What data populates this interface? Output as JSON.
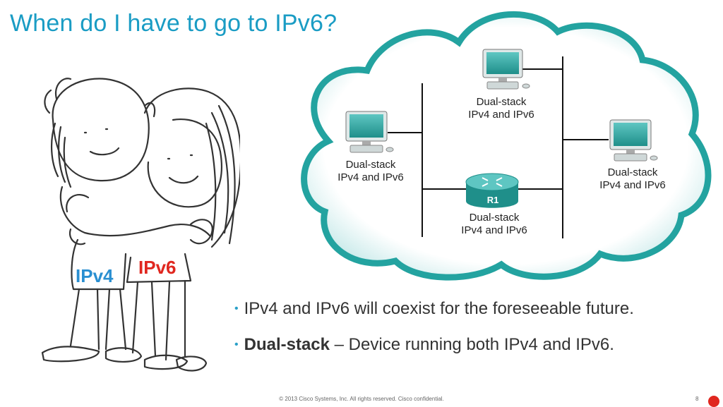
{
  "title": "When do I have to go to IPv6?",
  "illustration": {
    "tag_left": "IPv4",
    "tag_right": "IPv6"
  },
  "diagram": {
    "pc_top": {
      "line1": "Dual-stack",
      "line2": "IPv4 and IPv6"
    },
    "pc_left": {
      "line1": "Dual-stack",
      "line2": "IPv4 and IPv6"
    },
    "pc_right": {
      "line1": "Dual-stack",
      "line2": "IPv4 and IPv6"
    },
    "router": {
      "name": "R1",
      "line1": "Dual-stack",
      "line2": "IPv4 and IPv6"
    }
  },
  "bullets": [
    {
      "bold": "",
      "text": "IPv4 and IPv6 will coexist for the foreseeable future."
    },
    {
      "bold": "Dual-stack",
      "text": " – Device running both IPv4 and IPv6."
    }
  ],
  "footer": {
    "copyright": "© 2013 Cisco Systems, Inc. All rights reserved. Cisco confidential.",
    "page": "8"
  },
  "colors": {
    "title": "#1a9cc4",
    "cloud": "#1e9a9a",
    "ipv4": "#2a8fd1",
    "ipv6": "#e0271f"
  }
}
